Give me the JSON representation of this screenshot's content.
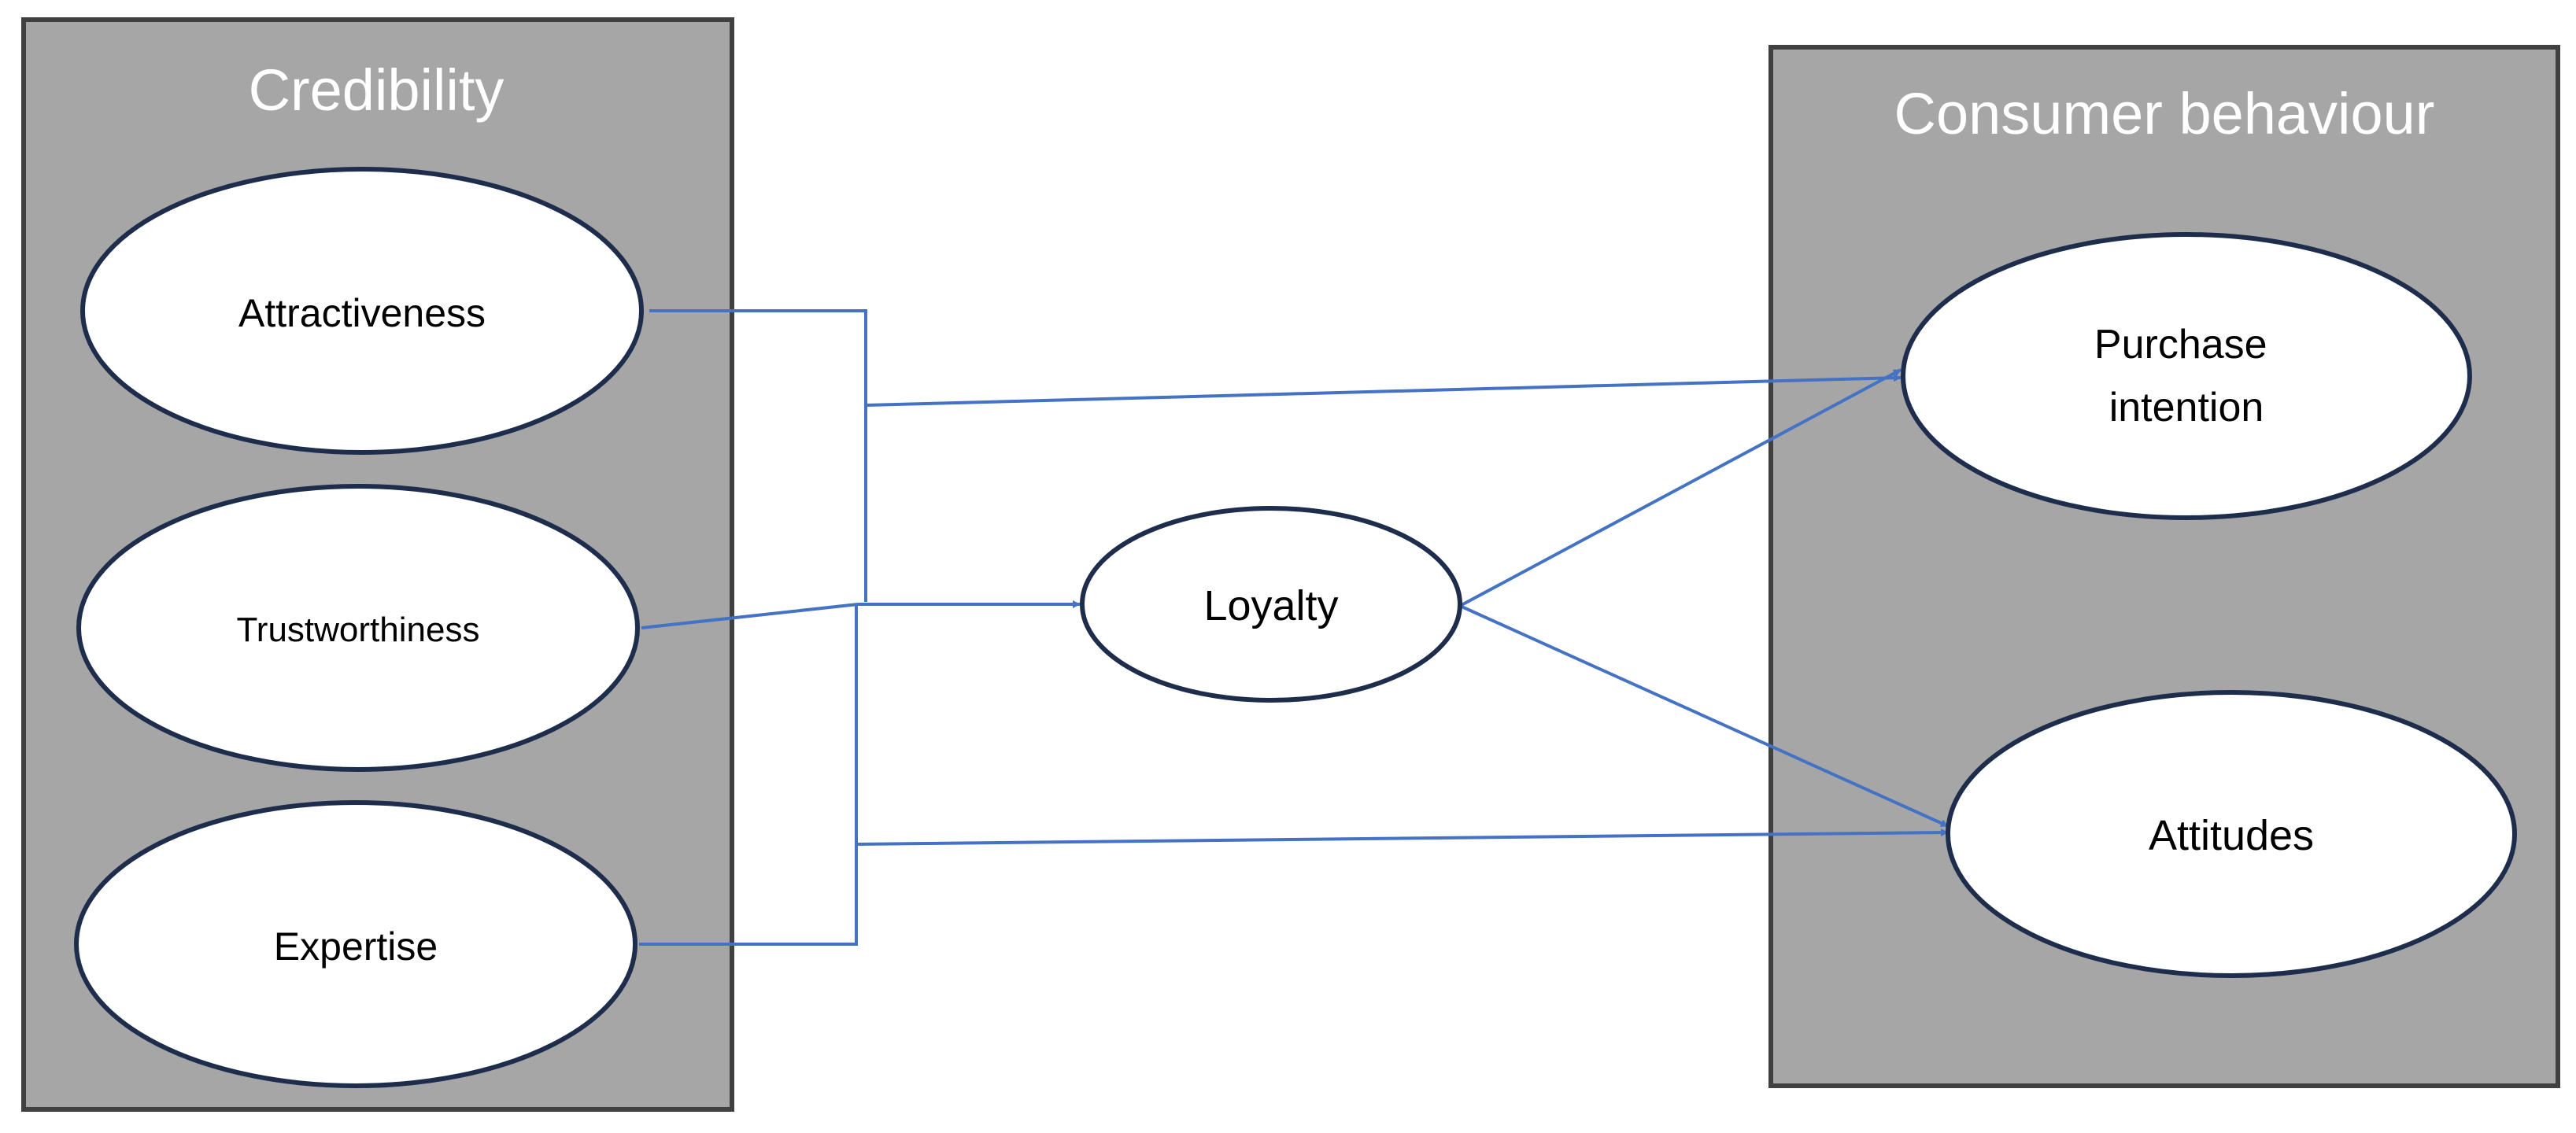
{
  "groups": {
    "left": {
      "title": "Credibility"
    },
    "right": {
      "title": "Consumer behaviour"
    }
  },
  "nodes": {
    "attractiveness": {
      "label": "Attractiveness"
    },
    "trustworthiness": {
      "label": "Trustworthiness"
    },
    "expertise": {
      "label": "Expertise"
    },
    "loyalty": {
      "label": "Loyalty"
    },
    "purchase_intention": {
      "line1": "Purchase",
      "line2": "intention"
    },
    "attitudes": {
      "label": "Attitudes"
    }
  },
  "colors": {
    "panel_fill": "#a6a6a6",
    "panel_border": "#404040",
    "node_fill": "#ffffff",
    "node_border": "#1f2d4d",
    "connector": "#4472c4",
    "title_text": "#ffffff"
  }
}
